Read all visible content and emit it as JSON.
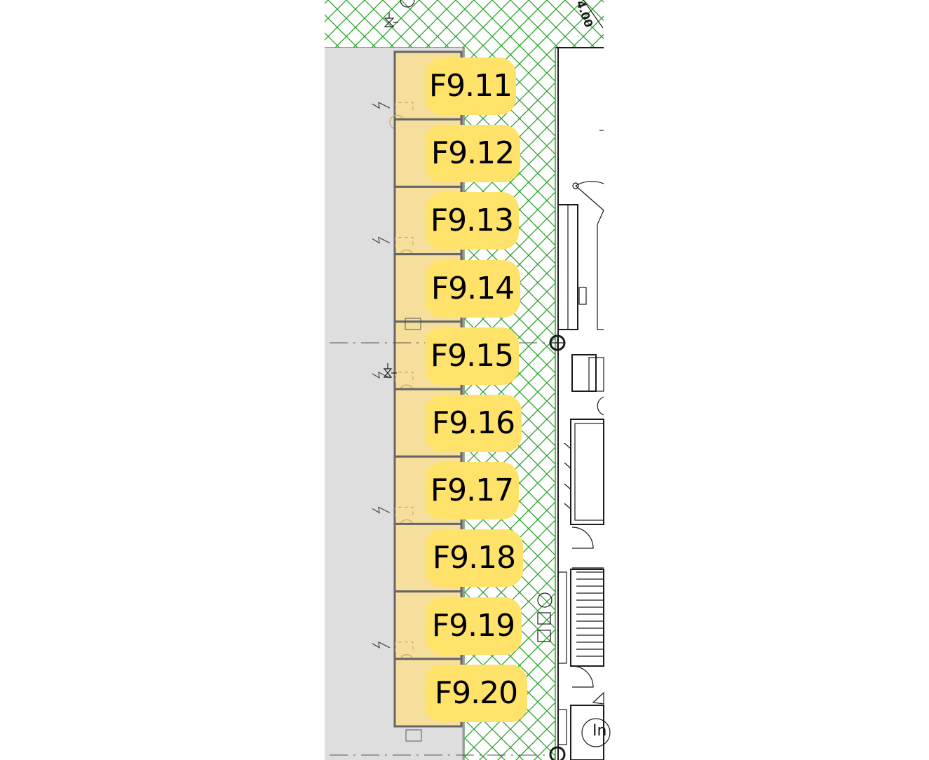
{
  "map": {
    "edge_text": "4.00",
    "room_label": "In",
    "colors": {
      "hatch": "#2aa02a",
      "stall_fill": "#f6df9c",
      "badge_fill": "#ffe26a",
      "corridor_fill": "#dedede",
      "wall": "#1a1a1a"
    },
    "stalls": [
      {
        "label": "F9.11"
      },
      {
        "label": "F9.12"
      },
      {
        "label": "F9.13"
      },
      {
        "label": "F9.14"
      },
      {
        "label": "F9.15"
      },
      {
        "label": "F9.16"
      },
      {
        "label": "F9.17"
      },
      {
        "label": "F9.18"
      },
      {
        "label": "F9.19"
      },
      {
        "label": "F9.20"
      }
    ],
    "icons": {
      "electric": "lightning-symbol",
      "connector": "k-circle-symbol",
      "valve": "valve-symbol",
      "fire": "f-symbol"
    }
  }
}
